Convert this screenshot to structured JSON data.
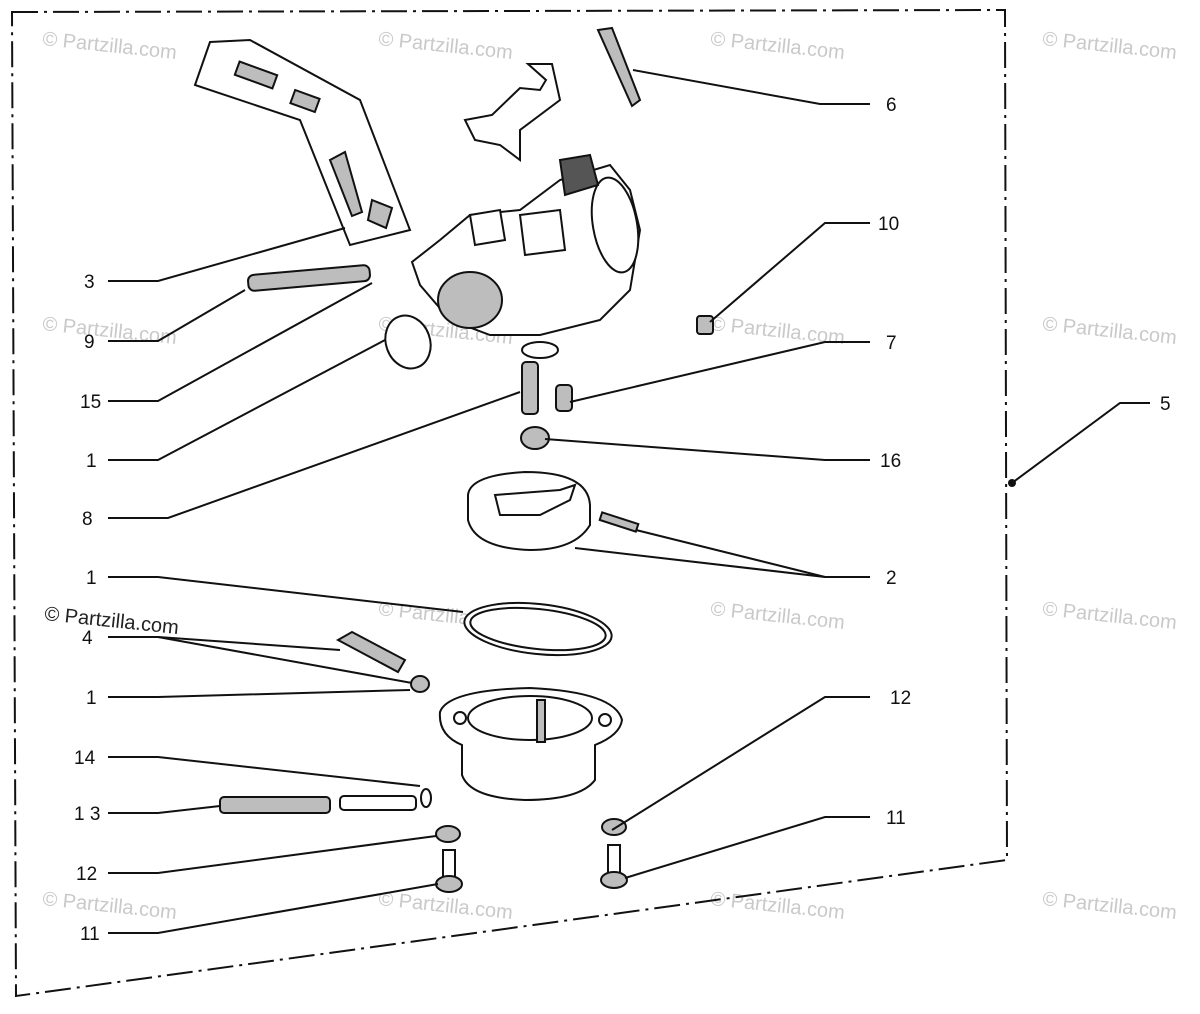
{
  "diagram": {
    "callouts": [
      {
        "id": "c3",
        "label": "3"
      },
      {
        "id": "c9",
        "label": "9"
      },
      {
        "id": "c15",
        "label": "15"
      },
      {
        "id": "c1a",
        "label": "1"
      },
      {
        "id": "c8",
        "label": "8"
      },
      {
        "id": "c1b",
        "label": "1"
      },
      {
        "id": "c4",
        "label": "4"
      },
      {
        "id": "c1c",
        "label": "1"
      },
      {
        "id": "c14",
        "label": "14"
      },
      {
        "id": "c13",
        "label": "1 3"
      },
      {
        "id": "c12a",
        "label": "12"
      },
      {
        "id": "c11a",
        "label": "11"
      },
      {
        "id": "c6",
        "label": "6"
      },
      {
        "id": "c10",
        "label": "10"
      },
      {
        "id": "c7",
        "label": "7"
      },
      {
        "id": "c16",
        "label": "16"
      },
      {
        "id": "c2",
        "label": "2"
      },
      {
        "id": "c12b",
        "label": "12"
      },
      {
        "id": "c11b",
        "label": "11"
      },
      {
        "id": "c5",
        "label": "5"
      }
    ],
    "watermark_text": "© Partzilla.com",
    "colors": {
      "ink": "#111111",
      "watermark": "#c9c9c9",
      "part_fill": "#ffffff",
      "shade": "#555555"
    }
  }
}
